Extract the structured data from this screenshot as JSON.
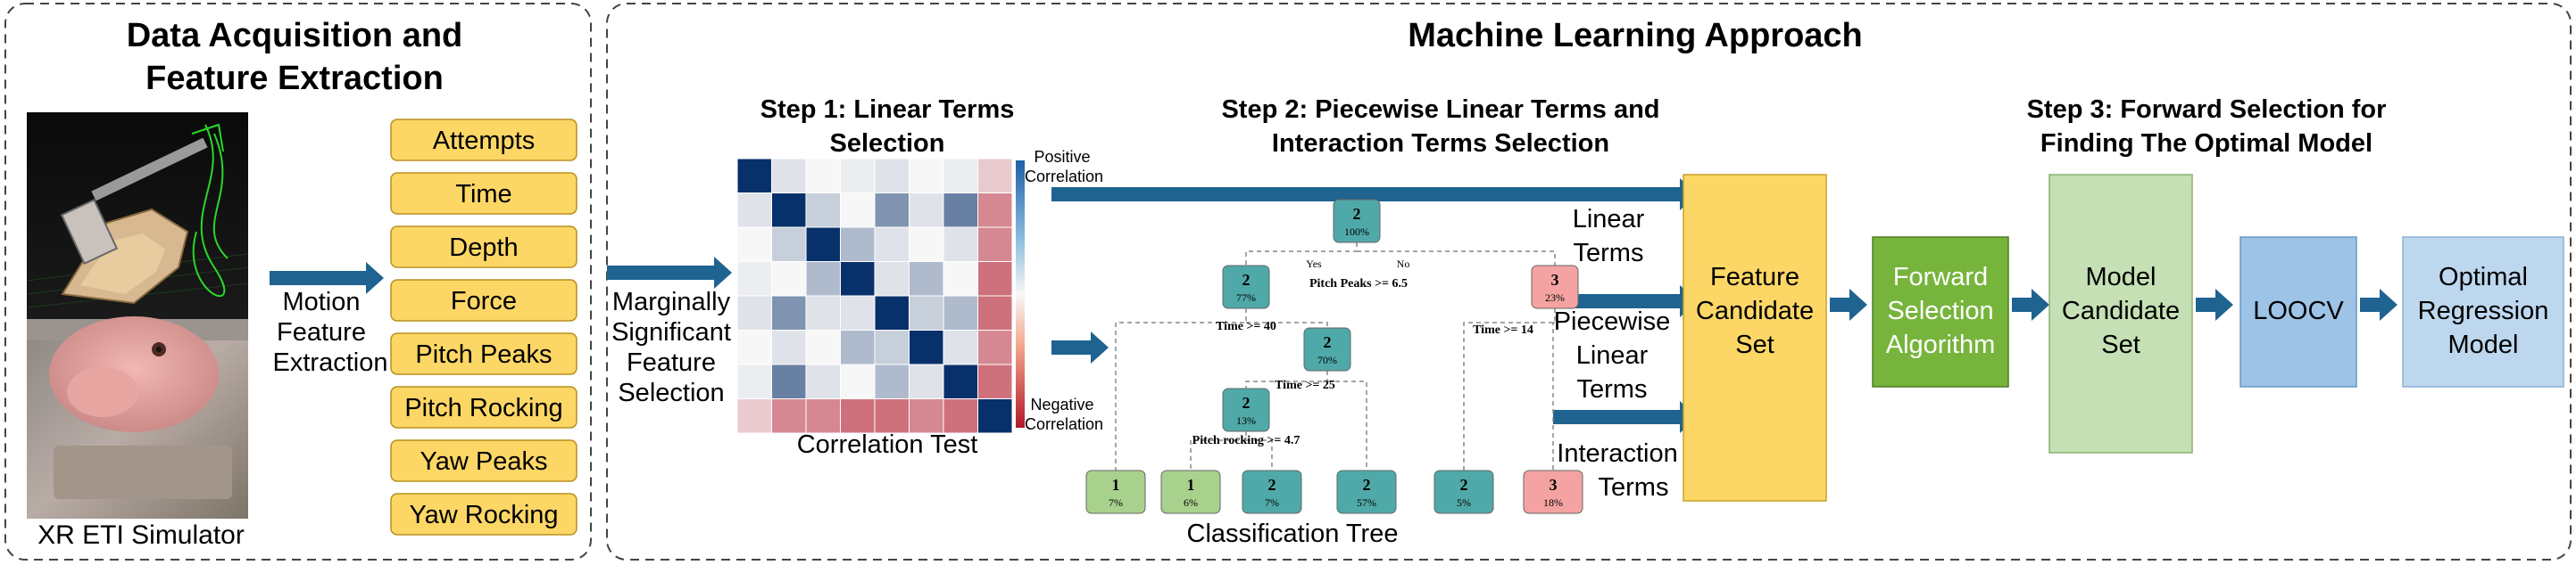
{
  "left_panel": {
    "title_line1": "Data Acquisition and",
    "title_line2": "Feature Extraction",
    "simulator_caption": "XR ETI Simulator",
    "arrow_label": [
      "Motion",
      "Feature",
      "Extraction"
    ],
    "features": [
      "Attempts",
      "Time",
      "Depth",
      "Force",
      "Pitch Peaks",
      "Pitch Rocking",
      "Yaw Peaks",
      "Yaw Rocking"
    ]
  },
  "right_panel": {
    "title": "Machine Learning Approach",
    "entry_label": [
      "Marginally",
      "Significant",
      "Feature",
      "Selection"
    ],
    "step1": {
      "title_line1": "Step 1: Linear Terms",
      "title_line2": "Selection",
      "caption": "Correlation Test",
      "legend_top": [
        "Positive",
        "Correlation"
      ],
      "legend_bottom": [
        "Negative",
        "Correlation"
      ]
    },
    "step2": {
      "title_line1": "Step 2: Piecewise Linear Terms and",
      "title_line2": "Interaction Terms Selection",
      "caption": "Classification Tree",
      "tree": {
        "nodes": {
          "root": {
            "cls": "2",
            "pct": "100%"
          },
          "n_left": {
            "cls": "2",
            "pct": "77%"
          },
          "n_right": {
            "cls": "3",
            "pct": "23%"
          },
          "n_mid": {
            "cls": "2",
            "pct": "70%"
          },
          "n_low": {
            "cls": "2",
            "pct": "13%"
          }
        },
        "splits": {
          "yes": "Yes",
          "no": "No",
          "s1": "Pitch Peaks >= 6.5",
          "s2": "Time >= 40",
          "s3": "Time >= 14",
          "s4": "Time >= 25",
          "s5": "Pitch rocking >= 4.7"
        },
        "leaves": [
          {
            "cls": "1",
            "pct": "7%",
            "kind": "green"
          },
          {
            "cls": "1",
            "pct": "6%",
            "kind": "green"
          },
          {
            "cls": "2",
            "pct": "7%",
            "kind": "teal"
          },
          {
            "cls": "2",
            "pct": "57%",
            "kind": "teal"
          },
          {
            "cls": "2",
            "pct": "5%",
            "kind": "teal"
          },
          {
            "cls": "3",
            "pct": "18%",
            "kind": "red"
          }
        ]
      }
    },
    "terms": {
      "linear": [
        "Linear",
        "Terms"
      ],
      "piecewise": [
        "Piecewise",
        "Linear",
        "Terms"
      ],
      "interaction": [
        "Interaction",
        "Terms"
      ]
    },
    "step3": {
      "title_line1": "Step 3: Forward Selection for",
      "title_line2": "Finding The Optimal Model"
    },
    "boxes": {
      "feature_candidate": [
        "Feature",
        "Candidate",
        "Set"
      ],
      "forward_selection": [
        "Forward",
        "Selection",
        "Algorithm"
      ],
      "model_candidate": [
        "Model",
        "Candidate",
        "Set"
      ],
      "loocv": [
        "LOOCV"
      ],
      "optimal": [
        "Optimal",
        "Regression",
        "Model"
      ]
    }
  },
  "colors": {
    "arrow_blue": "#1f6390",
    "feature_yellow": "#fcd766",
    "feature_green": "#77b43c",
    "model_green": "#c5e0b4",
    "loocv_blue": "#9dc3e6",
    "optimal_blue": "#bdd7ee",
    "tree_teal": "#4fa9a8",
    "tree_green": "#a9d18e",
    "tree_red": "#f4a3a2"
  },
  "heatmap": {
    "values": [
      [
        1.0,
        0.1,
        0.0,
        0.05,
        0.1,
        0.0,
        0.05,
        -0.2
      ],
      [
        0.1,
        1.0,
        0.2,
        0.0,
        0.5,
        0.1,
        0.6,
        -0.5
      ],
      [
        0.0,
        0.2,
        1.0,
        0.3,
        0.1,
        0.0,
        0.1,
        -0.5
      ],
      [
        0.05,
        0.0,
        0.3,
        1.0,
        0.1,
        0.3,
        0.0,
        -0.6
      ],
      [
        0.1,
        0.5,
        0.1,
        0.1,
        1.0,
        0.2,
        0.3,
        -0.6
      ],
      [
        0.0,
        0.1,
        0.0,
        0.3,
        0.2,
        1.0,
        0.1,
        -0.5
      ],
      [
        0.05,
        0.6,
        0.1,
        0.0,
        0.3,
        0.1,
        1.0,
        -0.6
      ],
      [
        -0.2,
        -0.5,
        -0.5,
        -0.6,
        -0.6,
        -0.5,
        -0.6,
        1.0
      ]
    ]
  }
}
